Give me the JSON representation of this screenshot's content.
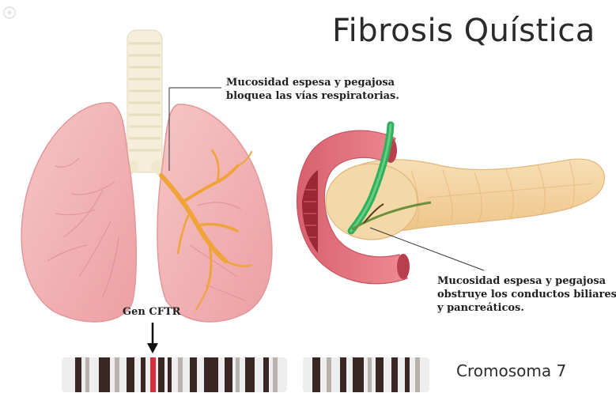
{
  "title": "Fibrosis Quística",
  "callouts": {
    "lungs": [
      "Mucosidad espesa y pegajosa",
      "bloquea las vías respiratorias."
    ],
    "pancreas": [
      "Mucosidad espesa y pegajosa",
      "obstruye los conductos biliares",
      "y pancreáticos."
    ]
  },
  "gene_label": "Gen CFTR",
  "chromosome_label": "Cromosoma 7",
  "colors": {
    "lung": "#f2b6b6",
    "lung_shade": "#e79b9e",
    "mucus": "#f0a33a",
    "trachea": "#f6f1dd",
    "pancreas": "#f3d6a6",
    "duodenum": "#e37682",
    "bile_duct": "#2fb05a",
    "chromosome_band": "#3a2622",
    "gene_band": "#d3303f"
  },
  "icons": {
    "logo": "top-doctors-logo-icon",
    "arrow": "down-arrow-icon"
  }
}
